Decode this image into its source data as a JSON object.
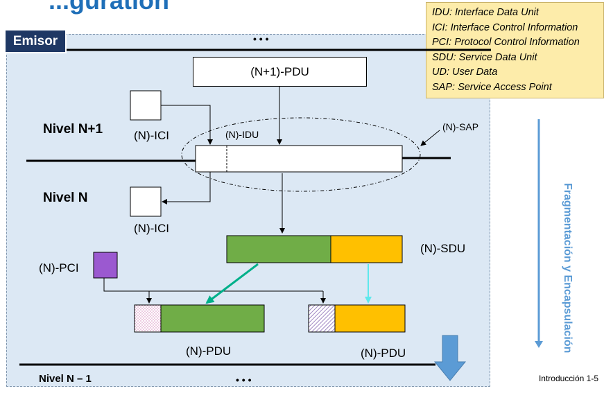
{
  "title": "...guration",
  "emisor_label": "Emisor",
  "legend": [
    "IDU: Interface Data Unit",
    "ICI: Interface Control Information",
    "PCI: Protocol Control Information",
    "SDU: Service Data Unit",
    "UD: User Data",
    "SAP: Service Access Point"
  ],
  "labels": {
    "dots_top": "• • •",
    "n1_pdu": "(N+1)-PDU",
    "nivel_n1": "Nivel N+1",
    "n_ici_top": "(N)-ICI",
    "n_idu": "(N)-IDU",
    "n_sap": "(N)-SAP",
    "nivel_n": "Nivel N",
    "n_ici_bottom": "(N)-ICI",
    "n_sdu": "(N)-SDU",
    "n_pci": "(N)-PCI",
    "n_pdu_left": "(N)-PDU",
    "n_pdu_right": "(N)-PDU",
    "nivel_n_minus_1": "Nivel N – 1",
    "dots_bottom": "• • •"
  },
  "side_text": "Fragmentación y Encapsulación",
  "footer": "Introducción 1-5",
  "colors": {
    "panel": "#dce8f4",
    "emisor": "#1f3864",
    "legend": "#fdecaa",
    "green": "#70ad47",
    "gold": "#ffc000",
    "purple": "#9b59d0",
    "side_text": "#5b9bd5",
    "teal_arrow": "#00b08a",
    "cyan_arrow": "#5ee8ec",
    "down_arrow": "#5b9bd5"
  }
}
